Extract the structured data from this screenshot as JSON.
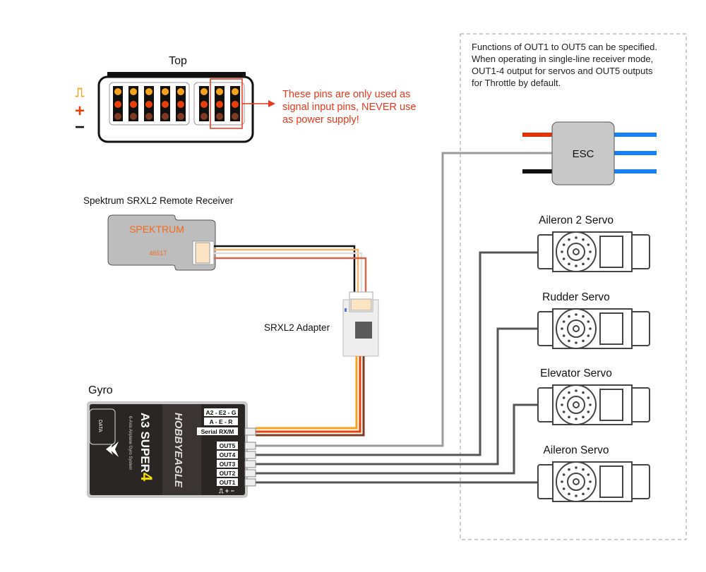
{
  "connector": {
    "title": "Top",
    "symbols": {
      "signal": "⎍",
      "plus": "+",
      "minus": "−"
    },
    "warning": [
      "These pins are only used as",
      "signal input pins, NEVER use",
      "as power supply!"
    ]
  },
  "note": [
    "Functions of OUT1 to OUT5 can be specified.",
    "When operating in single-line receiver mode,",
    "OUT1-4 output for servos and OUT5 outputs",
    "for Throttle by default."
  ],
  "receiver": {
    "title": "Spektrum SRXL2 Remote Receiver",
    "brand": "SPEKTRUM",
    "model": "4651T"
  },
  "adapter": {
    "label": "SRXL2 Adapter"
  },
  "esc": {
    "label": "ESC"
  },
  "servos": [
    {
      "label": "Aileron 2 Servo"
    },
    {
      "label": "Rudder Servo"
    },
    {
      "label": "Elevator Servo"
    },
    {
      "label": "Aileron Servo"
    }
  ],
  "gyro": {
    "title": "Gyro",
    "brand": "HOBBYEAGLE",
    "model": "A3 SUPER",
    "model_num": "4",
    "subtitle": "6-Axis Airplane Gyro System",
    "data_port": "DATA",
    "ports": [
      "A2 - E2 - G",
      "A - E - R",
      "Serial RX/M",
      "OUT5",
      "OUT4",
      "OUT3",
      "OUT2",
      "OUT1"
    ],
    "pin_legend": "⎍ + −"
  },
  "colors": {
    "warning": "#e8391e",
    "signal": "#f7a21b",
    "plus": "#e8400a",
    "minus": "#7e3a22",
    "esc_blue": "#1c7ff0",
    "wire_gray": "#8a8a8a"
  }
}
